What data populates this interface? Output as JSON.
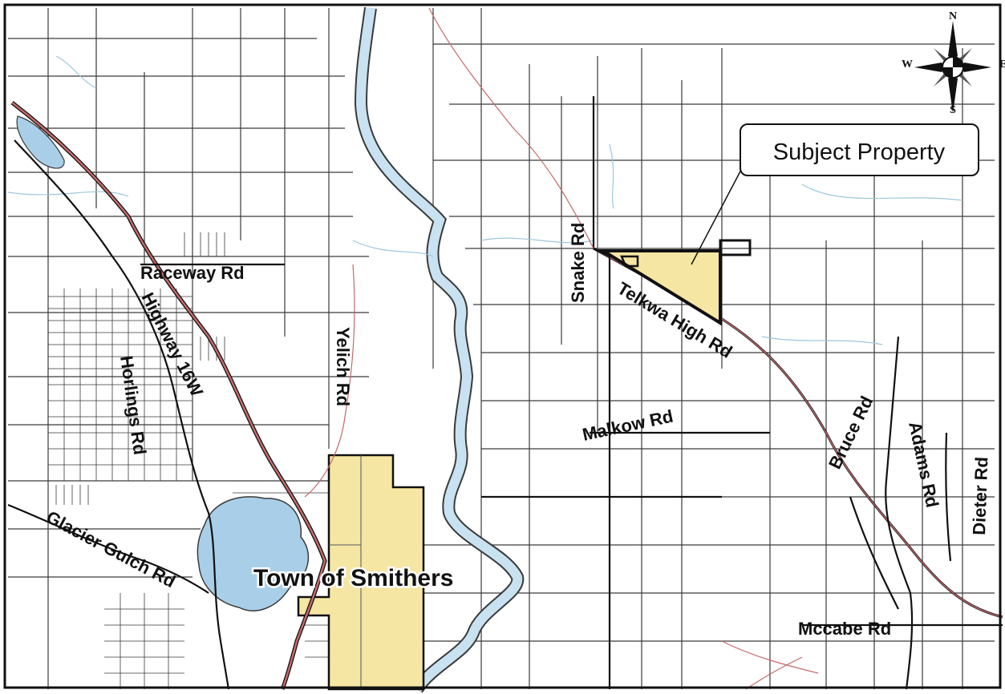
{
  "map": {
    "callout": {
      "text": "Subject Property"
    },
    "town": {
      "label": "Town of Smithers"
    },
    "compass": {
      "north": "N",
      "south": "S",
      "east": "E",
      "west": "W"
    },
    "roads": [
      {
        "id": "raceway",
        "label": "Raceway Rd"
      },
      {
        "id": "highway16w",
        "label": "Highway 16W"
      },
      {
        "id": "horlings",
        "label": "Horlings Rd"
      },
      {
        "id": "yelich",
        "label": "Yelich Rd"
      },
      {
        "id": "glacier-gulch",
        "label": "Glacier Gulch Rd"
      },
      {
        "id": "snake",
        "label": "Snake Rd"
      },
      {
        "id": "telkwa-high",
        "label": "Telkwa High Rd"
      },
      {
        "id": "malkow",
        "label": "Malkow Rd"
      },
      {
        "id": "bruce",
        "label": "Bruce Rd"
      },
      {
        "id": "adams",
        "label": "Adams Rd"
      },
      {
        "id": "dieter",
        "label": "Dieter Rd"
      },
      {
        "id": "mccabe",
        "label": "Mccabe Rd"
      }
    ],
    "colors": {
      "water": "#a9cfe8",
      "property_fill": "#f5e6a3",
      "highway": "#c46a6a",
      "road": "#111111",
      "parcel_line": "#3a3a3a",
      "creek": "#9cc6dd"
    }
  }
}
